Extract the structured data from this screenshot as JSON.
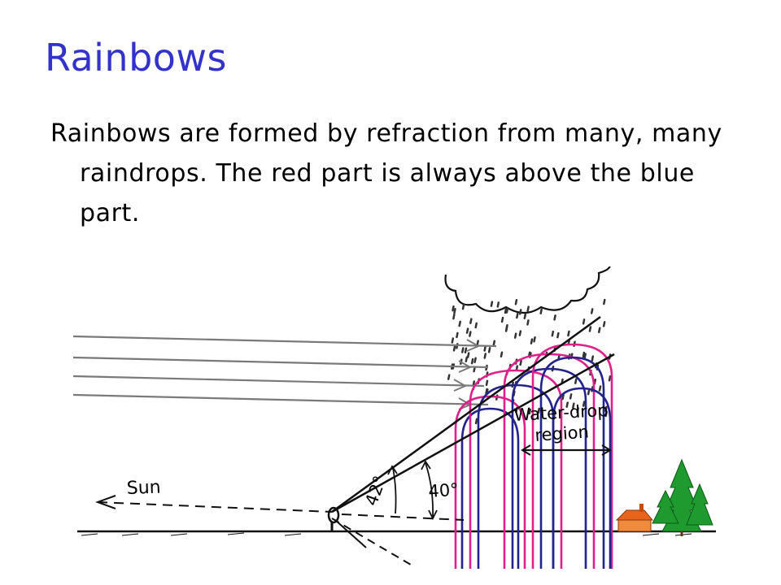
{
  "title": "Rainbows",
  "body": "Rainbows are formed by refraction from many, many raindrops. The red part is always above the blue part.",
  "diagram": {
    "labels": {
      "sun": "Sun",
      "angle_42": "42°",
      "angle_40": "40°",
      "water_drop_line1": "Water-drop",
      "water_drop_line2": "region"
    },
    "colors": {
      "red_arc": "#e0208a",
      "blue_arc": "#22238c",
      "tree": "#1f9a2f",
      "house": "#e8631c",
      "line": "#111111",
      "ray": "#7a7a7a"
    }
  }
}
